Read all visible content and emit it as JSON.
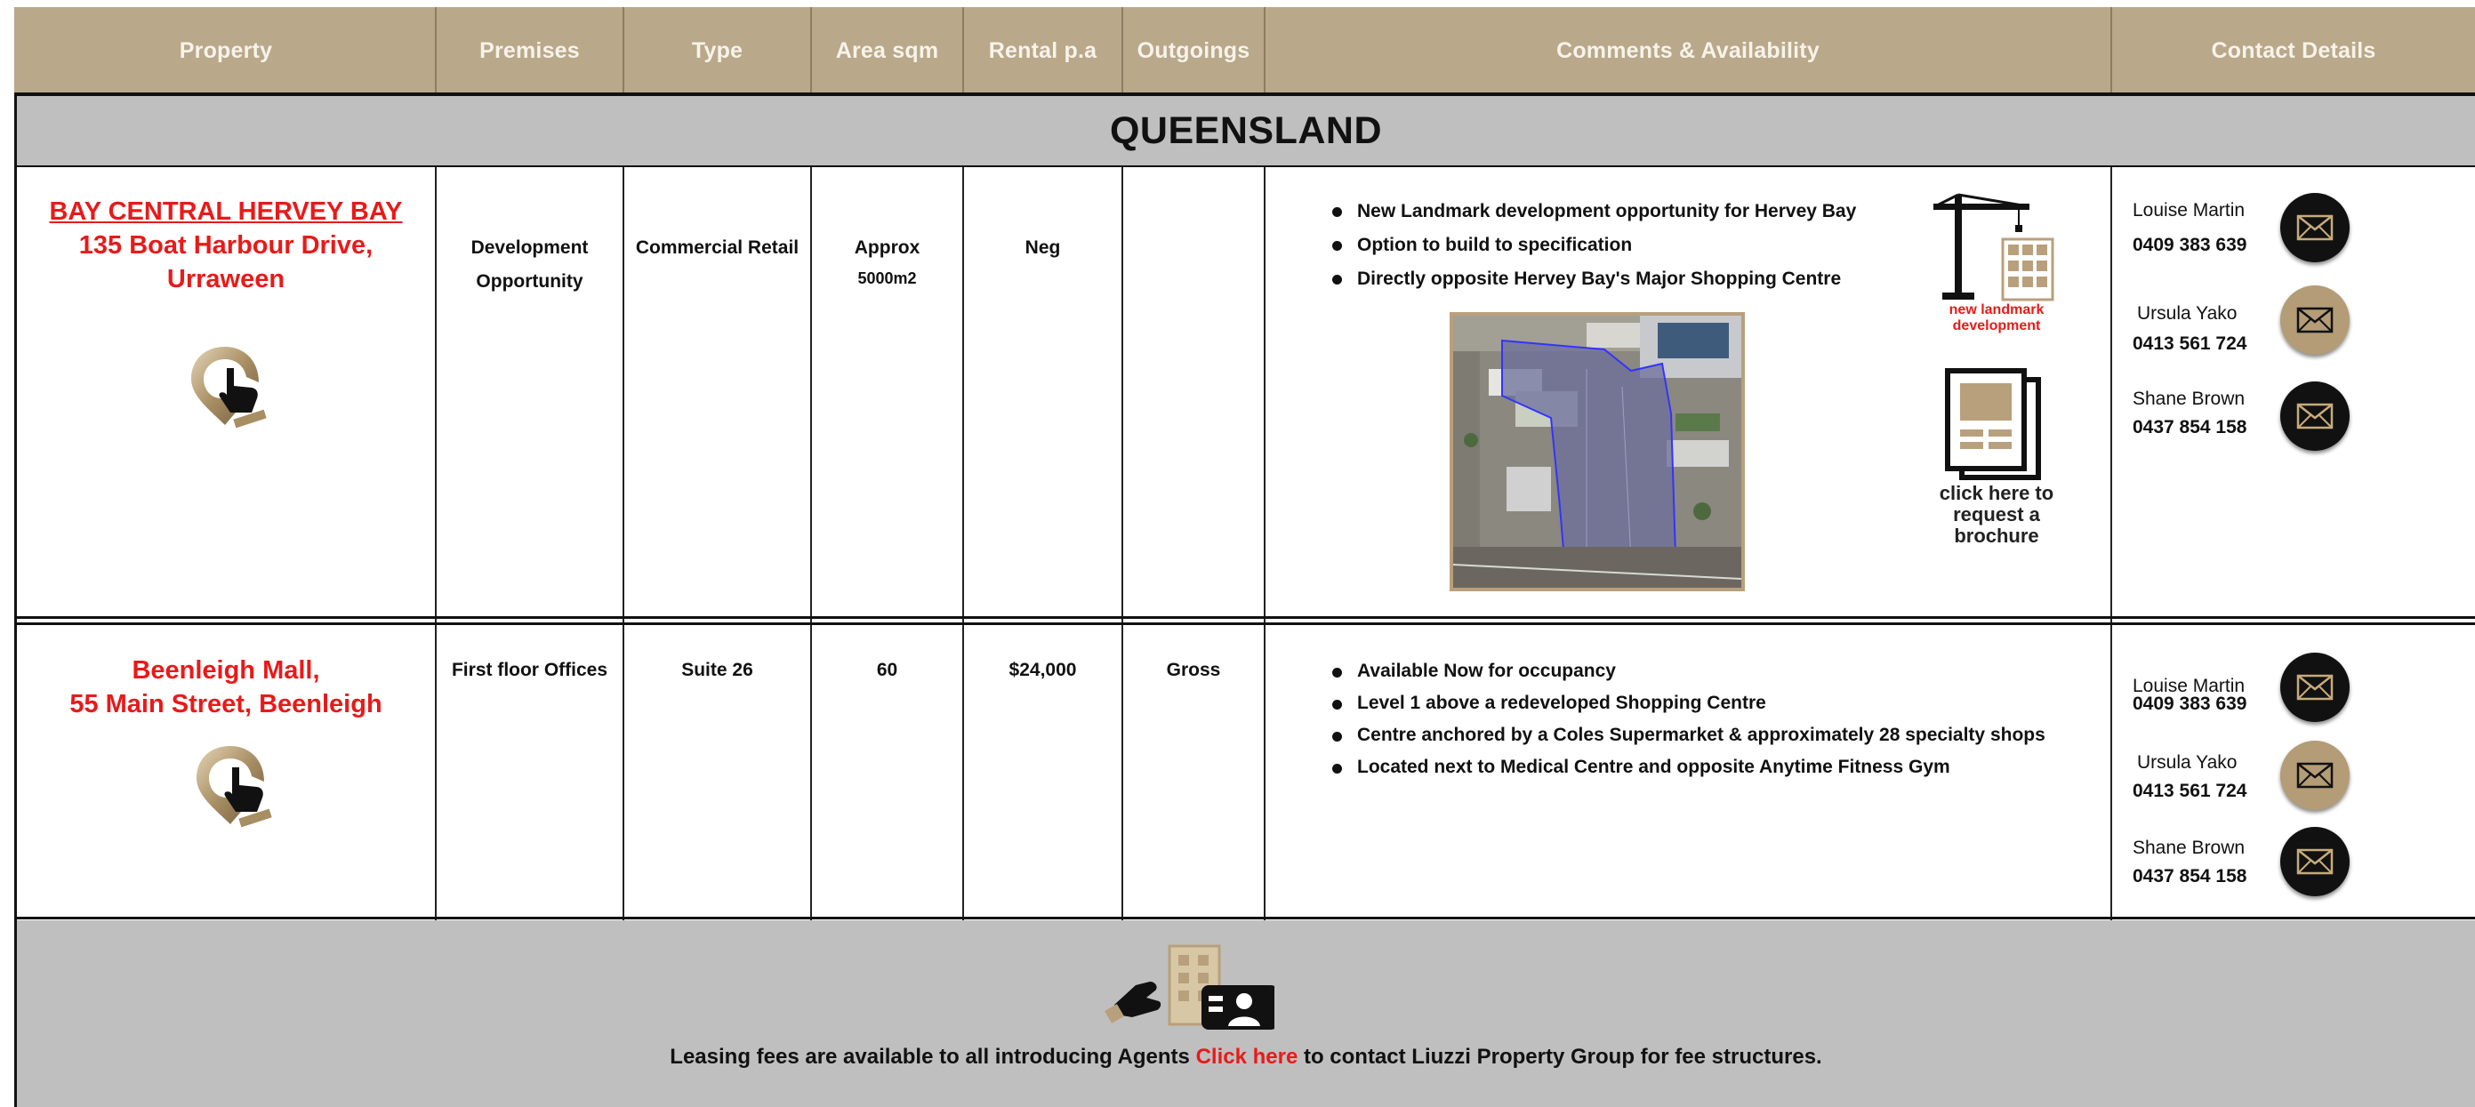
{
  "header": {
    "columns": [
      "Property",
      "Premises",
      "Type",
      "Area sqm",
      "Rental p.a",
      "Outgoings",
      "Comments & Availability",
      "Contact Details"
    ]
  },
  "region": "QUEENSLAND",
  "listings": [
    {
      "property_title": "BAY CENTRAL HERVEY BAY",
      "property_address": "135 Boat Harbour Drive, Urraween",
      "premises_line1": "Development",
      "premises_line2": "Opportunity",
      "type": "Commercial Retail",
      "area_line1": "Approx",
      "area_line2": "5000m2",
      "rental": "Neg",
      "outgoings": "",
      "comments": [
        "New Landmark development opportunity for Hervey Bay",
        "Option to build to specification",
        "Directly opposite Hervey Bay's Major Shopping Centre"
      ],
      "badge_text": "new landmark development",
      "brochure_text": "click here to request a brochure",
      "contacts": [
        {
          "name": "Louise Martin",
          "phone": "0409 383 639"
        },
        {
          "name": "Ursula Yako",
          "phone": "0413 561 724"
        },
        {
          "name": "Shane Brown",
          "phone": "0437 854 158"
        }
      ]
    },
    {
      "property_line1": "Beenleigh Mall,",
      "property_line2": "55 Main Street, Beenleigh",
      "premises": "First floor Offices",
      "type": "Suite 26",
      "area": "60",
      "rental": "$24,000",
      "outgoings": "Gross",
      "comments": [
        "Available Now for occupancy",
        "Level 1 above a redeveloped Shopping Centre",
        "Centre anchored by a Coles Supermarket & approximately 28 specialty shops",
        "Located next to Medical Centre and opposite Anytime Fitness Gym"
      ],
      "contacts": [
        {
          "name": "Louise Martin",
          "phone": "0409 383 639"
        },
        {
          "name": "Ursula Yako",
          "phone": "0413 561 724"
        },
        {
          "name": "Shane Brown",
          "phone": "0437 854 158"
        }
      ]
    }
  ],
  "footer": {
    "text_before": "Leasing fees are available to all introducing Agents ",
    "link": "Click here",
    "text_after": " to contact Liuzzi Property Group for fee structures."
  },
  "colors": {
    "header_bg": "#b9a88a",
    "band_bg": "#bfbfbf",
    "link_red": "#e81a1a",
    "gold": "#b39c76"
  },
  "icons": [
    "map-pin-pointer-icon",
    "mail-icon",
    "crane-building-icon",
    "brochure-document-icon",
    "agent-contact-icon"
  ]
}
